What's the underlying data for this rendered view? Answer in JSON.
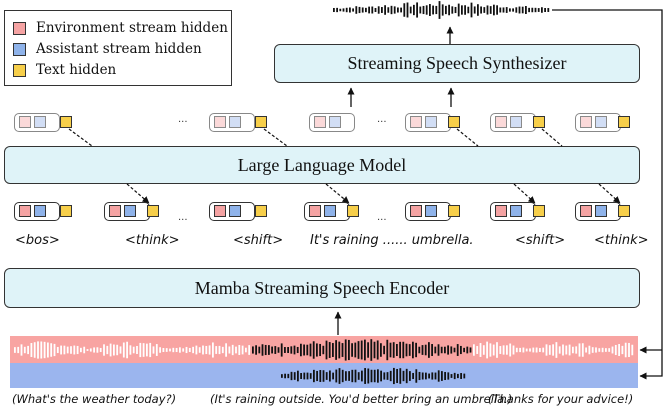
{
  "legend": {
    "items": [
      {
        "label": "Environment stream hidden",
        "color": "#f5a3a3"
      },
      {
        "label": "Assistant stream hidden",
        "color": "#8fb3ea"
      },
      {
        "label": "Text hidden",
        "color": "#f7cf4a"
      }
    ]
  },
  "synthesizer": {
    "label": "Streaming Speech Synthesizer"
  },
  "llm": {
    "label": "Large Language Model"
  },
  "encoder": {
    "label": "Mamba Streaming Speech Encoder"
  },
  "ellipsis": "...",
  "tokens": {
    "bos": "<bos>",
    "think1": "<think>",
    "shift1": "<shift>",
    "response": "It's raining ...... umbrella.",
    "shift2": "<shift>",
    "think2": "<think>"
  },
  "captions": {
    "user_question": "(What's the weather today?)",
    "assistant_reply": "(It's raining outside. You'd better bring an umbrella.)",
    "user_thanks": "(Thanks for your advice!)"
  },
  "colors": {
    "env_stream": "#f8a4a2",
    "assistant_stream": "#9bb5ee",
    "box_fill": "#dff3f8",
    "text_hidden": "#f7cf4a"
  }
}
